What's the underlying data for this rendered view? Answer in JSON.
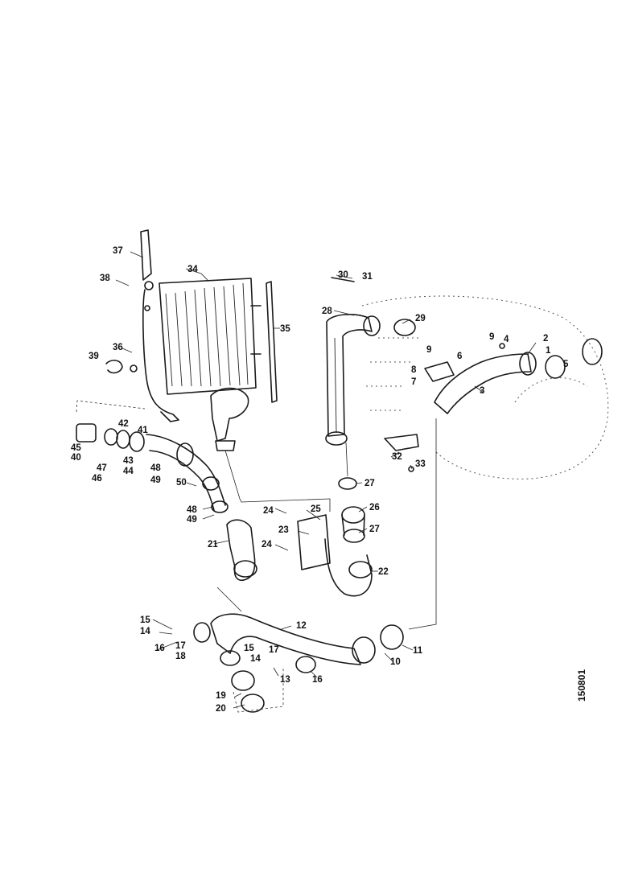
{
  "reference_number": "150801",
  "callouts": {
    "c1": "1",
    "c2": "2",
    "c3": "3",
    "c4": "4",
    "c5": "5",
    "c6": "6",
    "c7": "7",
    "c8": "8",
    "c9": "9",
    "c10": "10",
    "c11": "11",
    "c12": "12",
    "c13": "13",
    "c14": "14",
    "c15": "15",
    "c16": "16",
    "c17": "17",
    "c18": "18",
    "c19": "19",
    "c20": "20",
    "c21": "21",
    "c22": "22",
    "c23": "23",
    "c24": "24",
    "c25": "25",
    "c26": "26",
    "c27": "27",
    "c28": "28",
    "c29": "29",
    "c30": "30",
    "c31": "31",
    "c32": "32",
    "c33": "33",
    "c34": "34",
    "c35": "35",
    "c36": "36",
    "c37": "37",
    "c38": "38",
    "c39": "39",
    "c40": "40",
    "c41": "41",
    "c42": "42",
    "c43": "43",
    "c44": "44",
    "c45": "45",
    "c46": "46",
    "c47": "47",
    "c48": "48",
    "c49": "49",
    "c50": "50"
  }
}
